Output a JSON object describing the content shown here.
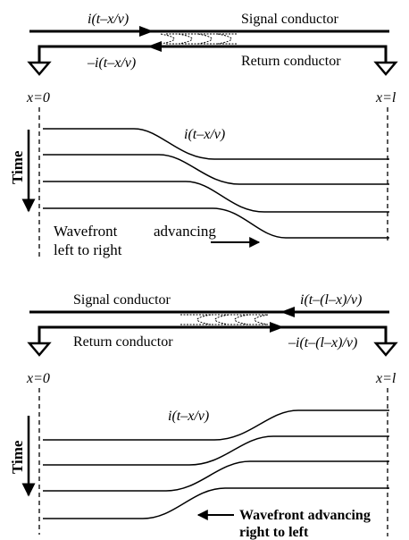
{
  "top": {
    "signal_label": "Signal conductor",
    "return_label": "Return conductor",
    "current_forward": "i(t–x/v)",
    "current_return": "–i(t–x/v)",
    "x_start": "x=0",
    "x_end": "x=l",
    "time_label": "Time",
    "wave_label": "i(t–x/v)",
    "caption_line1": "Wavefront",
    "caption_word2": "advancing",
    "caption_line2": "left to right"
  },
  "bottom": {
    "signal_label": "Signal conductor",
    "return_label": "Return conductor",
    "current_forward": "i(t–(l–x)/v)",
    "current_return": "–i(t–(l–x)/v)",
    "x_start": "x=0",
    "x_end": "x=l",
    "time_label": "Time",
    "wave_label": "i(t–x/v)",
    "caption_line1": "Wavefront advancing",
    "caption_line2": "right to left"
  }
}
